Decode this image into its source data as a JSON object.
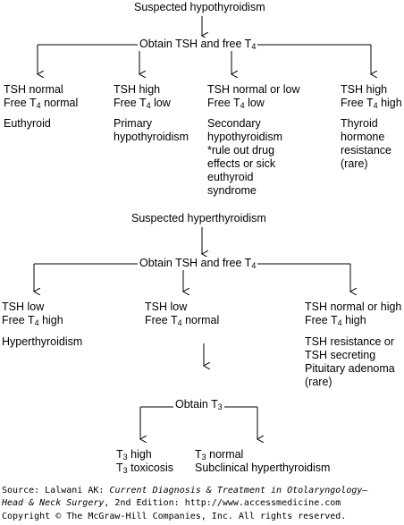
{
  "hypo": {
    "title": "Suspected hypothyroidism",
    "obtain": {
      "text": "Obtain TSH and free T",
      "sub": "4"
    },
    "branches": [
      {
        "line1": "TSH normal",
        "line2_pre": "Free T",
        "line2_sub": "4",
        "line2_post": " normal",
        "result": "Euthyroid"
      },
      {
        "line1": "TSH high",
        "line2_pre": "Free T",
        "line2_sub": "4",
        "line2_post": " low",
        "result": "Primary hypothyroidism"
      },
      {
        "line1": "TSH normal or low",
        "line2_pre": "Free T",
        "line2_sub": "4",
        "line2_post": " low",
        "result": "Secondary hypothyroidism *rule out drug effects or sick euthyroid syndrome"
      },
      {
        "line1": "TSH high",
        "line2_pre": "Free T",
        "line2_sub": "4",
        "line2_post": " high",
        "result": "Thyroid hormone resistance (rare)"
      }
    ]
  },
  "hyper": {
    "title": "Suspected hyperthyroidism",
    "obtain": {
      "text": "Obtain TSH and free T",
      "sub": "4"
    },
    "branches": [
      {
        "line1": "TSH low",
        "line2_pre": "Free T",
        "line2_sub": "4",
        "line2_post": " high",
        "result": "Hyperthyroidism"
      },
      {
        "line1": "TSH low",
        "line2_pre": "Free T",
        "line2_sub": "4",
        "line2_post": " normal",
        "result": ""
      },
      {
        "line1": "TSH normal or high",
        "line2_pre": "Free T",
        "line2_sub": "4",
        "line2_post": " high",
        "result": "TSH resistance or TSH secreting Pituitary adenoma (rare)"
      }
    ],
    "obtain_t3": {
      "text": "Obtain T",
      "sub": "3"
    },
    "t3_branches": [
      {
        "line1_pre": "T",
        "line1_sub": "3",
        "line1_post": " high",
        "line2_pre": "T",
        "line2_sub": "3",
        "line2_post": " toxicosis"
      },
      {
        "line1_pre": "T",
        "line1_sub": "3",
        "line1_post": " normal",
        "line2_pre": "",
        "line2_sub": "",
        "line2_post": "Subclinical hyperthyroidism"
      }
    ]
  },
  "footer": {
    "source_pre": "Source: Lalwani AK: ",
    "source_title": "Current Diagnosis & Treatment in Otolaryngology—",
    "source_title2": "Head & Neck Surgery",
    "source_post": ", 2nd Edition: http://www.accessmedicine.com",
    "copyright": "Copyright © The McGraw-Hill Companies, Inc. All rights reserved."
  }
}
